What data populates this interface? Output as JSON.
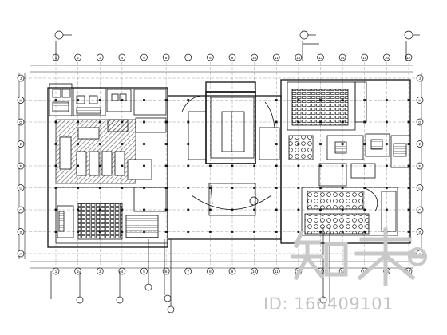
{
  "watermark": {
    "logo_text": "知末",
    "id_text": "ID: 166409101"
  },
  "grid": {
    "column_labels": [
      "1",
      "2",
      "3",
      "4",
      "5",
      "6",
      "7",
      "8",
      "9",
      "10",
      "11",
      "12",
      "13",
      "14",
      "15",
      "16",
      "17"
    ],
    "row_labels": [
      "A",
      "B",
      "C",
      "D",
      "E",
      "F",
      "G",
      "H",
      "J"
    ]
  },
  "colors": {
    "line": "#111111",
    "hatch": "#555555",
    "watermark": "#c8c8c8"
  }
}
